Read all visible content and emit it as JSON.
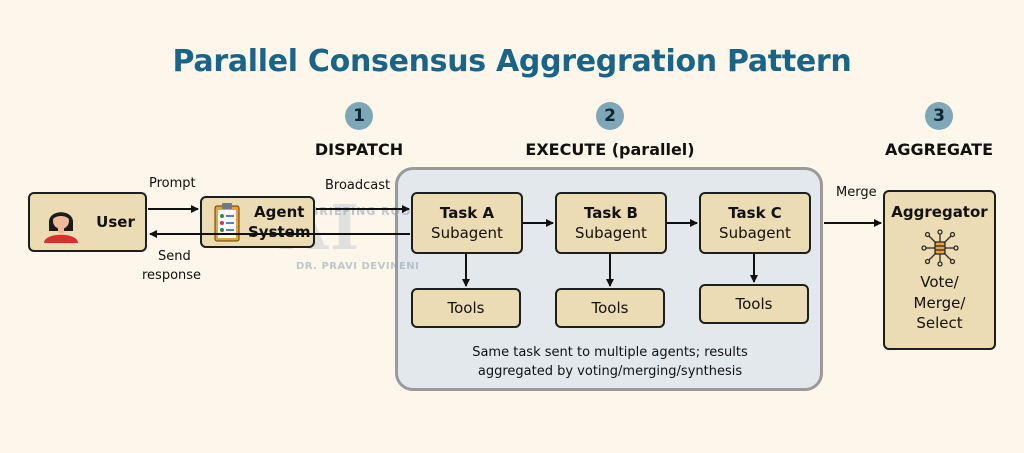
{
  "title": "Parallel Consensus Aggregration Pattern",
  "steps": [
    {
      "number": "1",
      "label": "DISPATCH"
    },
    {
      "number": "2",
      "label": "EXECUTE (parallel)"
    },
    {
      "number": "3",
      "label": "AGGREGATE"
    }
  ],
  "nodes": {
    "user": "User",
    "agent_system": [
      "Agent",
      "System"
    ],
    "tasks": [
      {
        "name": "Task A",
        "sub": "Subagent",
        "tools": "Tools"
      },
      {
        "name": "Task B",
        "sub": "Subagent",
        "tools": "Tools"
      },
      {
        "name": "Task C",
        "sub": "Subagent",
        "tools": "Tools"
      }
    ],
    "aggregator": {
      "name": "Aggregator",
      "lines": [
        "Vote/",
        "Merge/",
        "Select"
      ]
    }
  },
  "edge_labels": {
    "prompt": "Prompt",
    "send_response": [
      "Send",
      "response"
    ],
    "broadcast": "Broadcast",
    "merge": "Merge"
  },
  "note": [
    "Same task sent to multiple agents; results",
    "aggregated by voting/merging/synthesis"
  ],
  "watermark": {
    "logo": "AI",
    "top": "BRIEFING ROOM",
    "author": "DR. PRAVI DEVINENI"
  },
  "icons": {
    "user": "user-avatar-icon",
    "agent": "clipboard-checklist-icon",
    "aggregator": "network-hub-icon"
  },
  "colors": {
    "title": "#1a6488",
    "node_fill": "#ecdcb3",
    "panel": "#e3e8ec",
    "step_circle": "#7ea7b8",
    "background": "#fdf6ea"
  }
}
